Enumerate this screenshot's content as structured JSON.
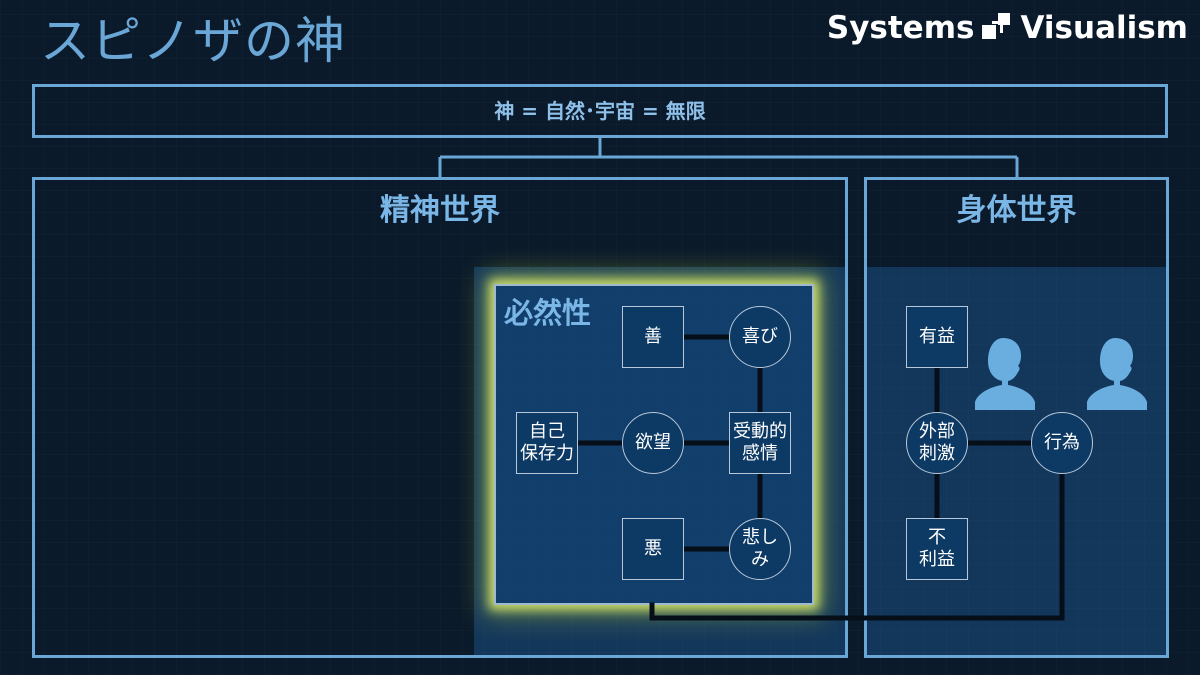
{
  "header": {
    "title": "スピノザの神",
    "logo_left": "Systems",
    "logo_right": "Visualism"
  },
  "top": {
    "label": "神 = 自然･宇宙 = 無限"
  },
  "sections": {
    "mental": "精神世界",
    "physical": "身体世界"
  },
  "necessity": {
    "label": "必然性"
  },
  "nodes": {
    "good": "善",
    "joy": "喜び",
    "self_preservation": "自己\n保存力",
    "desire": "欲望",
    "passive_emotion": "受動的\n感情",
    "evil": "悪",
    "sadness": "悲し\nみ",
    "beneficial": "有益",
    "external_stimulus": "外部\n刺激",
    "action": "行為",
    "harmful": "不\n利益"
  },
  "colors": {
    "background": "#0a1a2a",
    "accent": "#6aa6d6",
    "glow": "#dcee6e",
    "person": "#6aaee0"
  }
}
